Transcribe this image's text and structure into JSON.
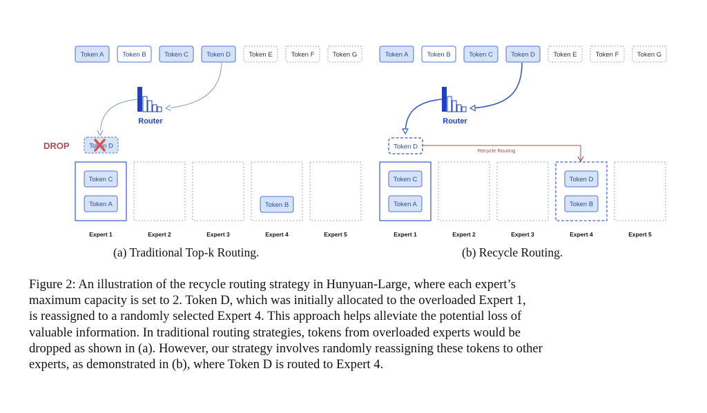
{
  "panel_a": {
    "tokens": [
      {
        "label": "Token A",
        "style": "filled"
      },
      {
        "label": "Token B",
        "style": "outline"
      },
      {
        "label": "Token C",
        "style": "filled"
      },
      {
        "label": "Token D",
        "style": "filled"
      },
      {
        "label": "Token E",
        "style": "dotted"
      },
      {
        "label": "Token F",
        "style": "dotted"
      },
      {
        "label": "Token G",
        "style": "dotted"
      }
    ],
    "router_label": "Router",
    "drop_label": "DROP",
    "dropped_token": "Token D",
    "experts": [
      {
        "label": "Expert 1",
        "tokens": [
          "Token C",
          "Token A"
        ],
        "border": "solid"
      },
      {
        "label": "Expert 2",
        "tokens": [],
        "border": "dotted"
      },
      {
        "label": "Expert 3",
        "tokens": [],
        "border": "dotted"
      },
      {
        "label": "Expert 4",
        "tokens": [
          "Token B"
        ],
        "border": "dotted"
      },
      {
        "label": "Expert 5",
        "tokens": [],
        "border": "dotted"
      }
    ],
    "subcaption": "(a)  Traditional Top-k Routing."
  },
  "panel_b": {
    "tokens": [
      {
        "label": "Token A",
        "style": "filled"
      },
      {
        "label": "Token B",
        "style": "outline"
      },
      {
        "label": "Token C",
        "style": "filled"
      },
      {
        "label": "Token D",
        "style": "filled"
      },
      {
        "label": "Token E",
        "style": "dotted"
      },
      {
        "label": "Token F",
        "style": "dotted"
      },
      {
        "label": "Token G",
        "style": "dotted"
      }
    ],
    "router_label": "Router",
    "rerouted_token": "Token D",
    "recycle_label": "Recycle Routing",
    "experts": [
      {
        "label": "Expert 1",
        "tokens": [
          "Token C",
          "Token A"
        ],
        "border": "solid"
      },
      {
        "label": "Expert 2",
        "tokens": [],
        "border": "dotted"
      },
      {
        "label": "Expert 3",
        "tokens": [],
        "border": "dotted"
      },
      {
        "label": "Expert 4",
        "tokens": [
          "Token D",
          "Token B"
        ],
        "border": "dashed"
      },
      {
        "label": "Expert 5",
        "tokens": [],
        "border": "dotted"
      }
    ],
    "subcaption": "(b)  Recycle Routing."
  },
  "caption_lines": [
    "Figure 2:  An illustration of the recycle routing strategy in Hunyuan-Large, where each expert’s",
    "maximum capacity is set to 2.  Token D, which was initially allocated to the overloaded Expert 1,",
    "is reassigned to a randomly selected Expert 4.  This approach helps alleviate the potential loss of",
    "valuable information.  In traditional routing strategies, tokens from overloaded experts would be",
    "dropped as shown in (a). However, our strategy involves randomly reassigning these tokens to other",
    "experts, as demonstrated in (b), where Token D is routed to Expert 4."
  ],
  "colors": {
    "token_fill": "#d6e3f7",
    "token_stroke": "#4a72d6",
    "router_blue": "#1f3fc4",
    "expert_solid": "#3b64d6",
    "dotted_gray": "#888888",
    "drop_red": "#b84c4c",
    "cross_red": "#d9534f",
    "recycle_red": "#b44a4a",
    "arrow_a": "#7b98c9",
    "arrow_b": "#3458c8"
  }
}
